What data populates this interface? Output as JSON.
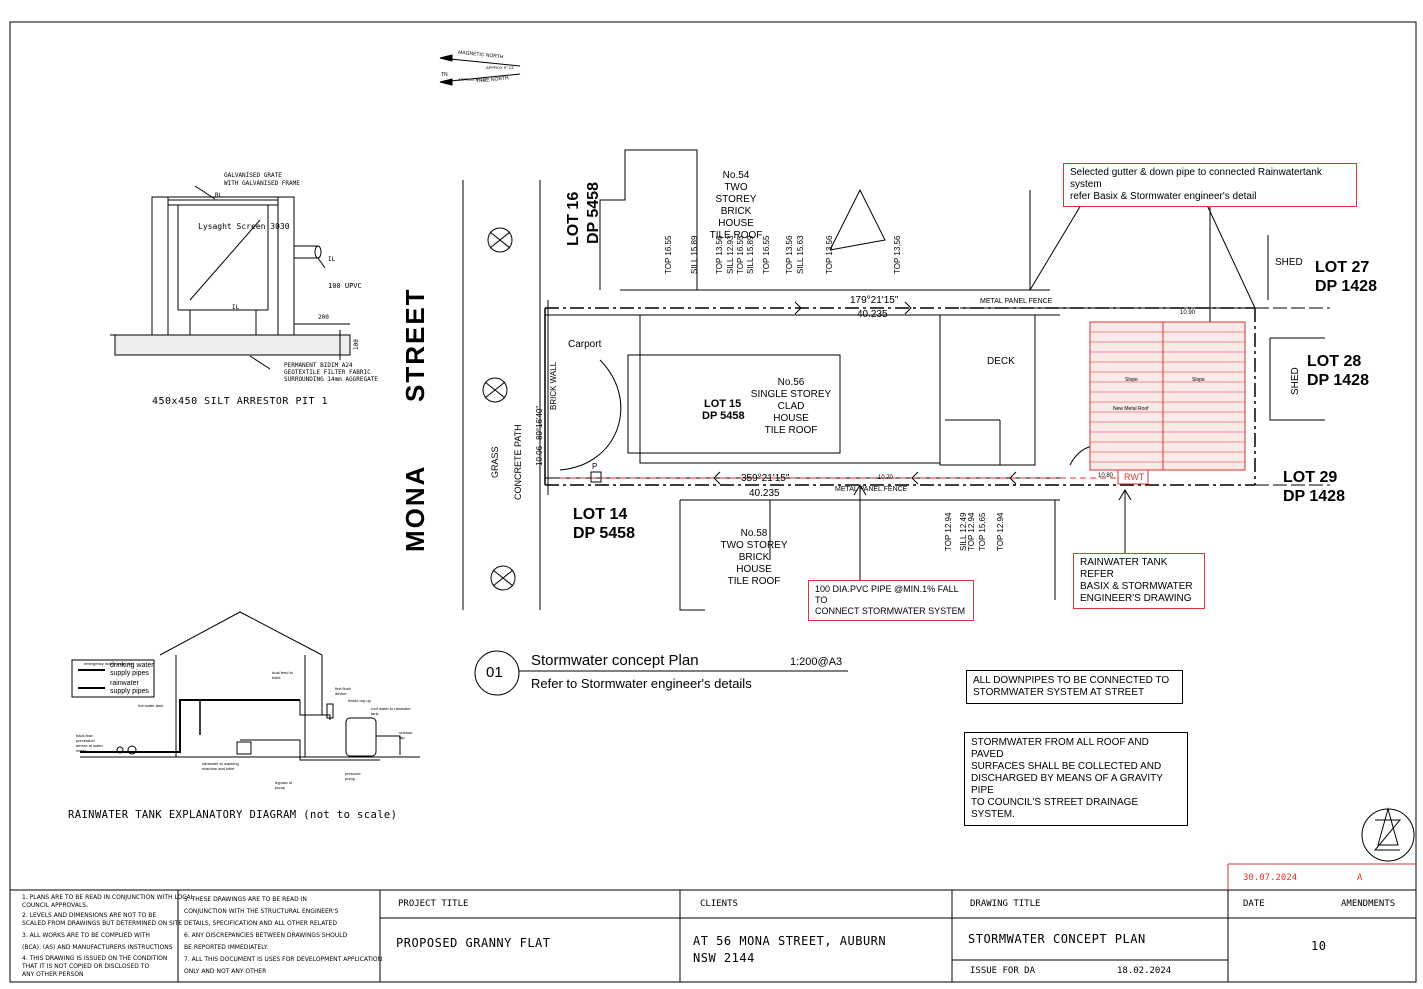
{
  "silt_pit": {
    "grate": "GALVANISED GRATE",
    "frame": "WITH GALVANISED FRAME",
    "rl": "RL",
    "screen": "Lysaght Screen 3030",
    "il1": "IL",
    "upvc": "100 UPVC",
    "il2": "IL",
    "dim200": "200",
    "dim100": "100",
    "bidim1": "PERMANENT BIDIM A24",
    "bidim2": "GEOTEXTILE FILTER FABRIC",
    "bidim3": "SURROUNDING 14mm AGGREGATE",
    "title": "450x450 SILT ARRESTOR PIT 1"
  },
  "tank_diagram": {
    "legend1": "drinking water supply pipes",
    "legend1_small": "emergency mains water top",
    "legend2": "rainwater supply pipes",
    "hot_water": "hot water tank",
    "dual_feed": "dual feed to toilet",
    "first_flush": "first flush device",
    "trickle": "trickle top-up",
    "roof_water": "roof water to rainwater tank",
    "outdoor": "outdoor tap",
    "backflow": "back flow prevention device at water meter",
    "washing": "rainwater to washing machine and toilet",
    "bypass": "bypass of pump",
    "pressure": "pressure pump",
    "title": "RAINWATER TANK EXPLANATORY DIAGRAM (not to scale)"
  },
  "street": {
    "name1": "MONA",
    "name2": "STREET",
    "grass": "GRASS",
    "concrete_path": "CONCRETE PATH"
  },
  "site": {
    "lot16": "LOT 16",
    "dp16": "DP 5458",
    "lot14": "LOT 14",
    "dp14": "DP 5458",
    "lot27": "LOT 27",
    "dp27": "DP 1428",
    "lot28": "LOT 28",
    "dp28": "DP 1428",
    "lot29": "LOT 29",
    "dp29": "DP 1428",
    "lot15": "LOT 15",
    "dp15": "DP 5458",
    "shed1": "SHED",
    "shed2": "SHED",
    "no54": [
      "No.54",
      "TWO STOREY",
      "BRICK",
      "HOUSE",
      "TILE ROOF"
    ],
    "no56": [
      "No.56",
      "SINGLE STOREY",
      "CLAD",
      "HOUSE",
      "TILE ROOF"
    ],
    "no58": [
      "No.58",
      "TWO STOREY",
      "BRICK",
      "HOUSE",
      "TILE ROOF"
    ],
    "carport": "Carport",
    "deck": "DECK",
    "brick_wall": "BRICK WALL",
    "bearing_top": "179°21'15\"",
    "dist_top": "40.235",
    "bearing_bottom": "359°21'15\"",
    "dist_bottom": "40.235",
    "front_bearing": "89°16'40\"",
    "front_dist": "10.06",
    "fence_top": "METAL PANEL FENCE",
    "fence_bottom": "METAL PANEL FENCE",
    "rwt": "RWT",
    "pit": "P",
    "slope1": "Slope",
    "slope2": "Slope",
    "new_roof": "New Metal Roof",
    "dim1090": "10.90",
    "dim1080": "10.80",
    "dim1070": "10.70",
    "top_labels": [
      "TOP 16.55",
      "SILL 15.89",
      "TOP 13.56",
      "SILL 12.93",
      "TOP 16.55",
      "SILL 15.89",
      "TOP 16.55",
      "TOP 13.56",
      "SILL 15.63",
      "TOP 13.56",
      "TOP 13.56"
    ],
    "bottom_labels": [
      "TOP 12.94",
      "SILL 12.49",
      "TOP 12.94",
      "TOP 15.65",
      "TOP 12.94"
    ]
  },
  "callouts": {
    "gutter": [
      "Selected gutter & down pipe to connected Rainwatertank system",
      "refer Basix & Stormwater engineer's detail"
    ],
    "rwt_refer": [
      "RAINWATER TANK REFER",
      "BASIX & STORMWATER",
      "ENGINEER'S DRAWING"
    ],
    "pipe": [
      "100 DIA.PVC PIPE @MIN.1% FALL TO",
      "CONNECT STORMWATER SYSTEM"
    ],
    "downpipes": [
      "ALL DOWNPIPES TO BE CONNECTED TO",
      "STORMWATER SYSTEM AT STREET"
    ],
    "stormwater": [
      "STORMWATER FROM ALL ROOF AND PAVED",
      "SURFACES SHALL BE COLLECTED AND",
      "DISCHARGED BY MEANS OF A GRAVITY PIPE",
      "TO COUNCIL'S STREET DRAINAGE SYSTEM."
    ]
  },
  "plan_title": {
    "number": "01",
    "title": "Stormwater concept Plan",
    "scale": "1:200@A3",
    "subtitle": "Refer to Stormwater engineer's details"
  },
  "north": {
    "magnetic": "MAGNETIC NORTH",
    "true": "TRUE NORTH",
    "approx1": "APPROX 5° 13'",
    "approx2": "APPROX 5° 13'",
    "tn": "TN"
  },
  "notes_left": [
    "1. PLANS ARE TO BE READ IN CONJUNCTION WITH LOCAL",
    "   COUNCIL APPROVALS.",
    "2. LEVELS AND DIMENSIONS ARE NOT TO BE",
    "   SCALED FROM DRAWINGS BUT DETERMINED ON SITE",
    "3. ALL WORKS ARE TO BE COMPLIED WITH",
    "   (BCA). (AS) AND MANUFACTURERS INSTRUCTIONS",
    "4. THIS DRAWING IS ISSUED ON THE CONDITION",
    "   THAT IT IS NOT COPIED OR DISCLOSED TO",
    "   ANY OTHER PERSON"
  ],
  "notes_right": [
    "5. THESE DRAWINGS ARE TO BE READ IN",
    "   CONJUNCTION WITH THE STRUCTURAL ENGINEER'S",
    "   DETAILS, SPECIFICATION AND ALL OTHER RELATED",
    "6. ANY DISCREPANCIES BETWEEN DRAWINGS SHOULD",
    "   BE REPORTED IMMEDIATELY.",
    "7. ALL THIS DOCUMENT IS USES FOR DEVELOPMENT APPLICATION",
    "   ONLY AND NOT ANY OTHER"
  ],
  "title_block": {
    "project_label": "PROJECT TITLE",
    "project_value": "PROPOSED GRANNY FLAT",
    "clients_label": "CLIENTS",
    "clients_value1": "AT 56 MONA STREET, AUBURN",
    "clients_value2": "NSW 2144",
    "drawing_label": "DRAWING TITLE",
    "drawing_value": "STORMWATER CONCEPT PLAN",
    "issue": "ISSUE FOR DA",
    "issue_date": "18.02.2024",
    "date_label": "DATE",
    "amend_label": "AMENDMENTS",
    "sheet": "10",
    "amend_date": "30.07.2024",
    "amend_rev": "A"
  },
  "colors": {
    "red": "#d33333",
    "line": "#000000"
  }
}
